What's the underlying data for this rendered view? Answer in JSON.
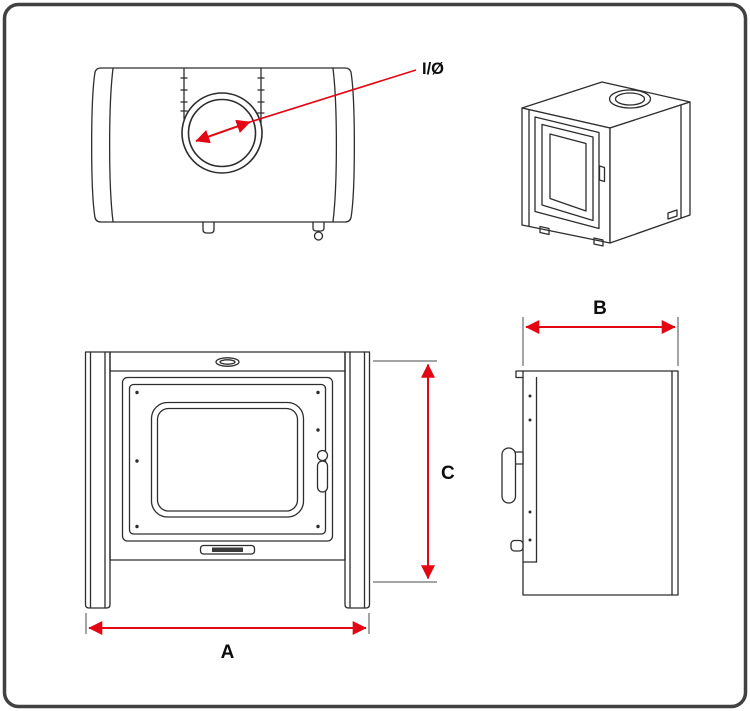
{
  "diagram": {
    "labels": {
      "flue_diameter": "I/Ø",
      "width": "A",
      "depth": "B",
      "height": "C"
    },
    "colors": {
      "annotation_red": "#e30613",
      "drawing_line": "#2d2d2d",
      "frame_border": "#414141",
      "background": "#ffffff"
    }
  }
}
